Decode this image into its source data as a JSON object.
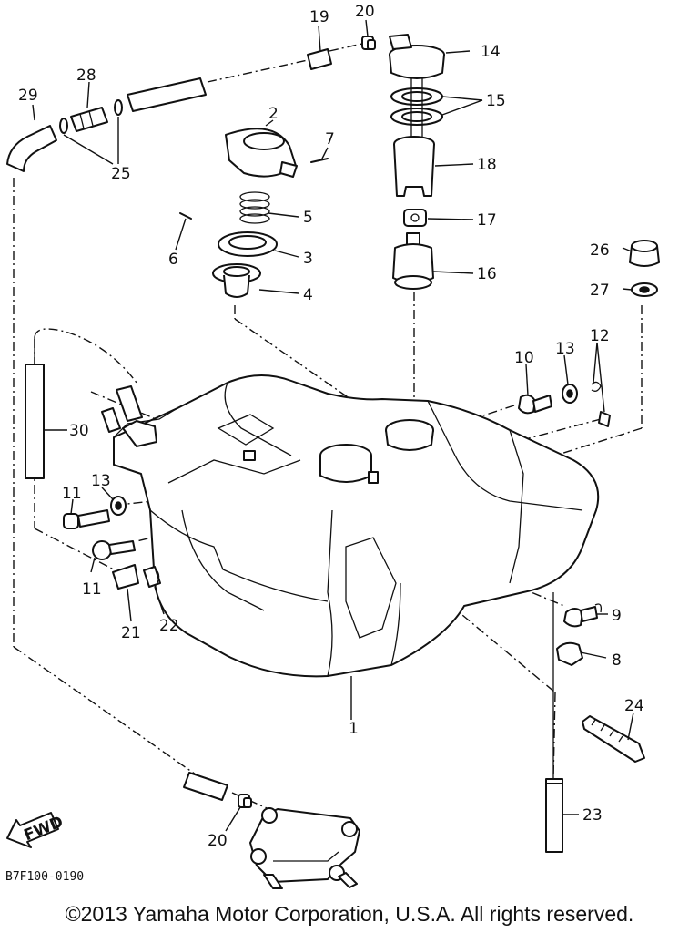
{
  "diagram": {
    "part_numbers": {
      "p1": "1",
      "p2": "2",
      "p3": "3",
      "p4": "4",
      "p5": "5",
      "p6": "6",
      "p7": "7",
      "p8": "8",
      "p9": "9",
      "p10": "10",
      "p11a": "11",
      "p11b": "11",
      "p12": "12",
      "p13a": "13",
      "p13b": "13",
      "p14": "14",
      "p15": "15",
      "p16": "16",
      "p17": "17",
      "p18": "18",
      "p19": "19",
      "p20a": "20",
      "p20b": "20",
      "p21": "21",
      "p22": "22",
      "p23": "23",
      "p24": "24",
      "p25": "25",
      "p26": "26",
      "p27": "27",
      "p28": "28",
      "p29": "29",
      "p30": "30"
    },
    "fwd_label": "FWD",
    "diagram_code": "B7F100-0190"
  },
  "footer": {
    "copyright": "©2013 Yamaha Motor Corporation, U.S.A. All rights reserved."
  }
}
